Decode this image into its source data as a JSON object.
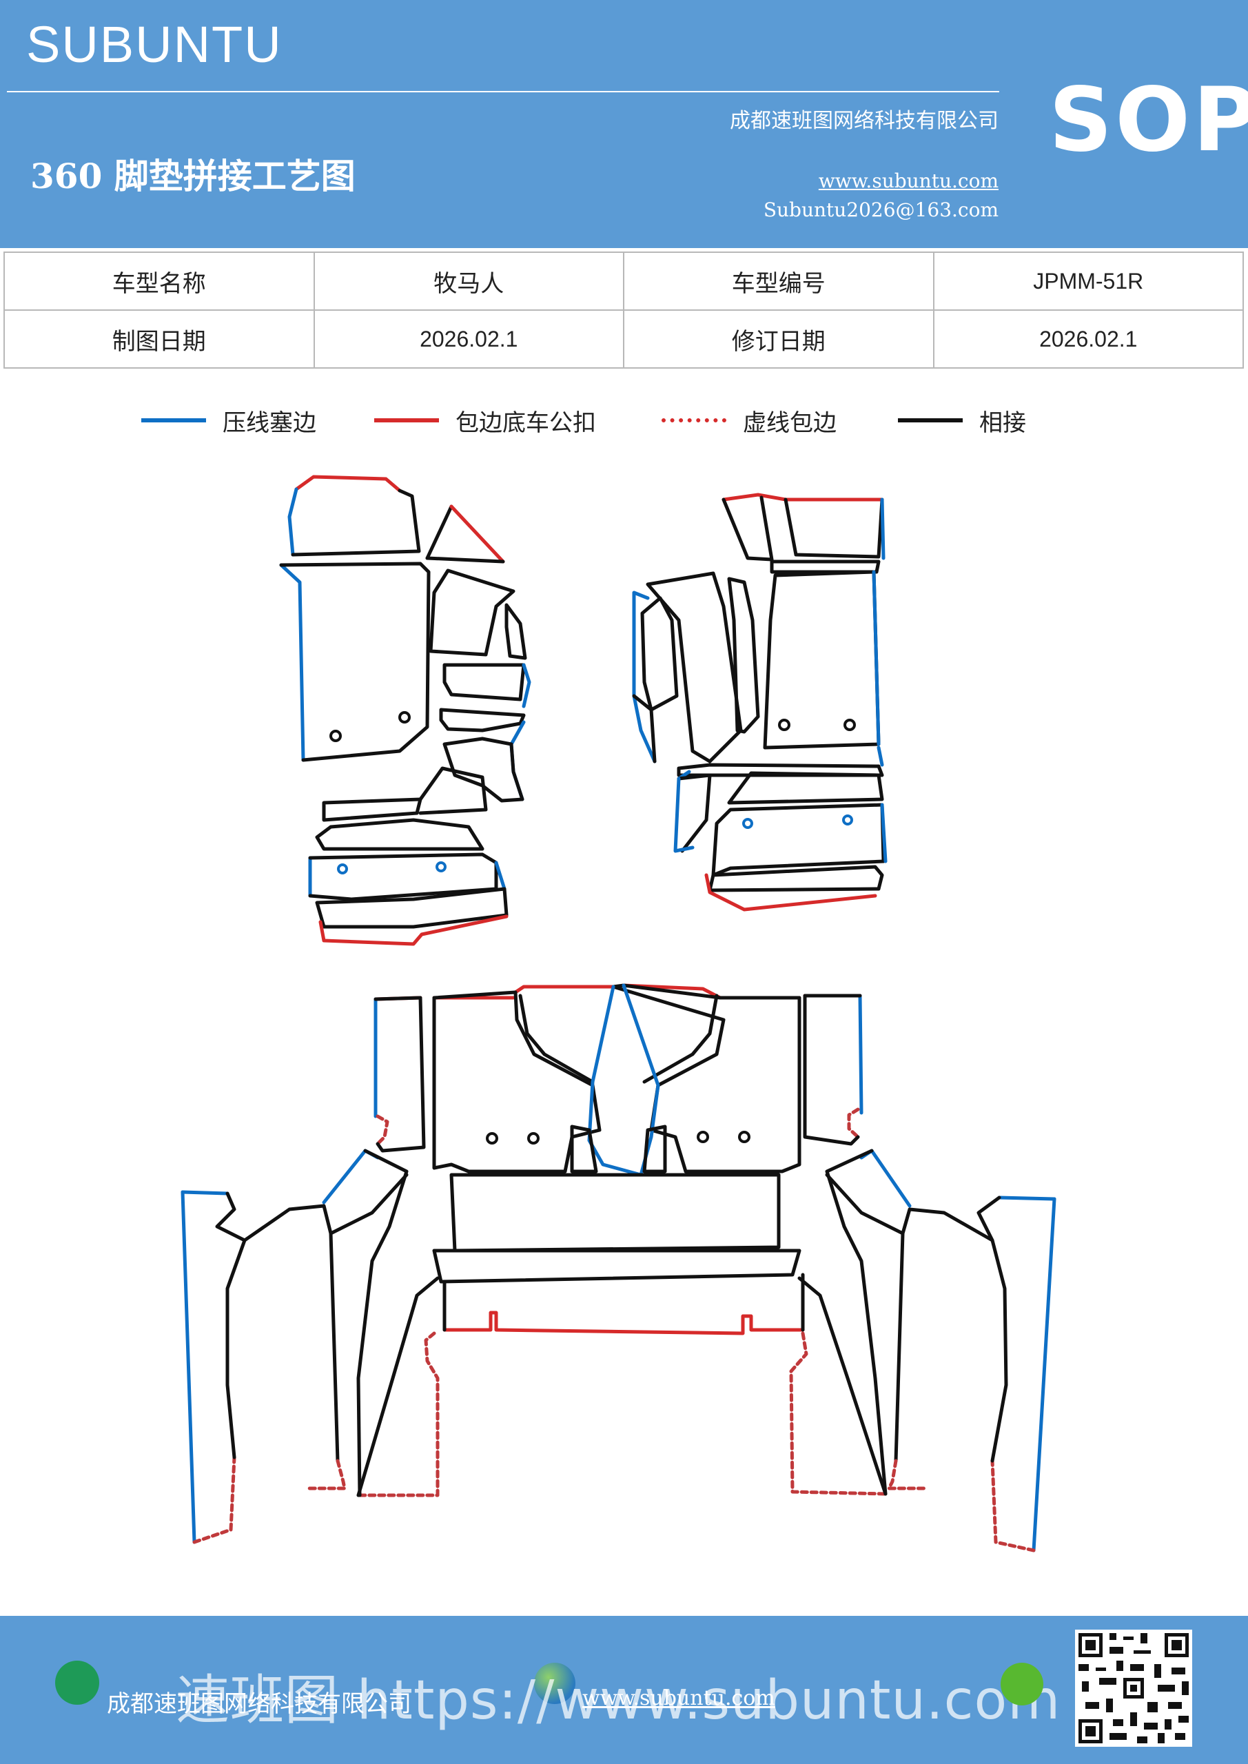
{
  "header": {
    "brand": "SUBUNTU",
    "company": "成都速班图网络科技有限公司",
    "title": "360 脚垫拼接工艺图",
    "website": "www.subuntu.com",
    "email": "Subuntu2026@163.com",
    "badge": "SOP"
  },
  "info": {
    "model_name_label": "车型名称",
    "model_name": "牧马人",
    "model_code_label": "车型编号",
    "model_code": "JPMM-51R",
    "drawing_date_label": "制图日期",
    "drawing_date": "2026.02.1",
    "revision_date_label": "修订日期",
    "revision_date": "2026.02.1"
  },
  "legend": [
    {
      "label": "压线塞边",
      "color": "#0e6fc5",
      "style": "solid"
    },
    {
      "label": "包边底车公扣",
      "color": "#d62a2a",
      "style": "solid"
    },
    {
      "label": "虚线包边",
      "color": "#c0393b",
      "style": "dotted"
    },
    {
      "label": "相接",
      "color": "#111111",
      "style": "solid"
    }
  ],
  "footer": {
    "company": "成都速班图网络科技有限公司",
    "url": "www.subuntu.com",
    "watermark": "速班图  https://www.subuntu.com",
    "icons": [
      "home-icon",
      "globe-icon",
      "wechat-icon",
      "qr-code"
    ]
  }
}
